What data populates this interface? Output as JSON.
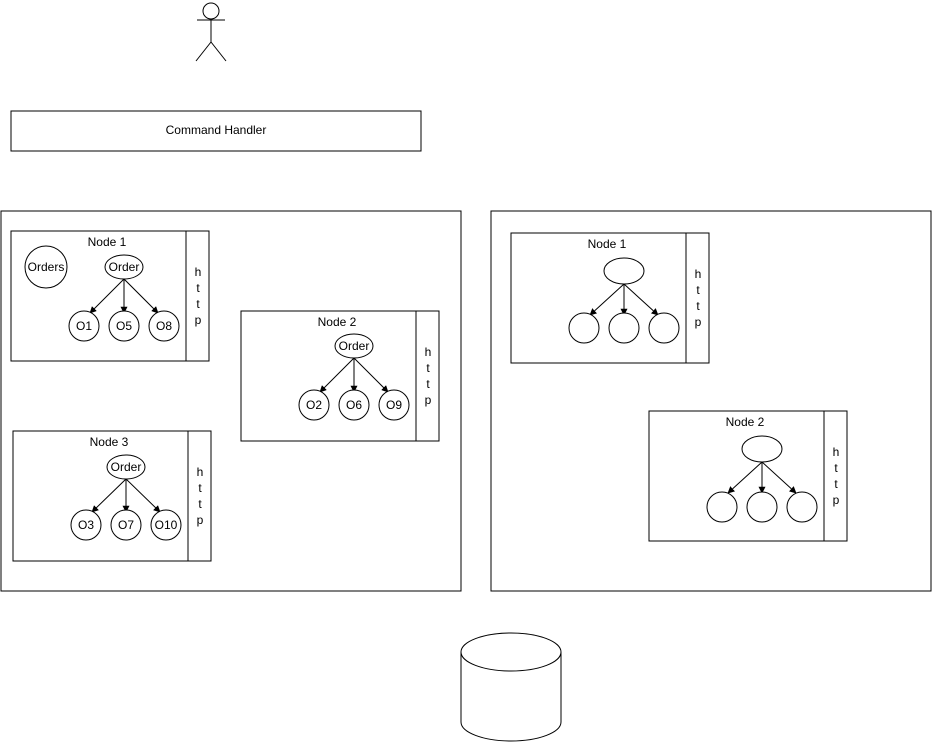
{
  "command_handler": {
    "label": "Command Handler"
  },
  "cluster_left": {
    "nodes": [
      {
        "title": "Node 1",
        "side_label": [
          "h",
          "t",
          "t",
          "p"
        ],
        "extra": "Orders",
        "root": "Order",
        "children": [
          "O1",
          "O5",
          "O8"
        ]
      },
      {
        "title": "Node 2",
        "side_label": [
          "h",
          "t",
          "t",
          "p"
        ],
        "root": "Order",
        "children": [
          "O2",
          "O6",
          "O9"
        ]
      },
      {
        "title": "Node 3",
        "side_label": [
          "h",
          "t",
          "t",
          "p"
        ],
        "root": "Order",
        "children": [
          "O3",
          "O7",
          "O10"
        ]
      }
    ]
  },
  "cluster_right": {
    "nodes": [
      {
        "title": "Node 1",
        "side_label": [
          "h",
          "t",
          "t",
          "p"
        ],
        "root": "",
        "children": [
          "",
          "",
          ""
        ]
      },
      {
        "title": "Node 2",
        "side_label": [
          "h",
          "t",
          "t",
          "p"
        ],
        "root": "",
        "children": [
          "",
          "",
          ""
        ]
      }
    ]
  },
  "icons": {
    "actor": "person-icon",
    "database": "database-cylinder-icon"
  }
}
